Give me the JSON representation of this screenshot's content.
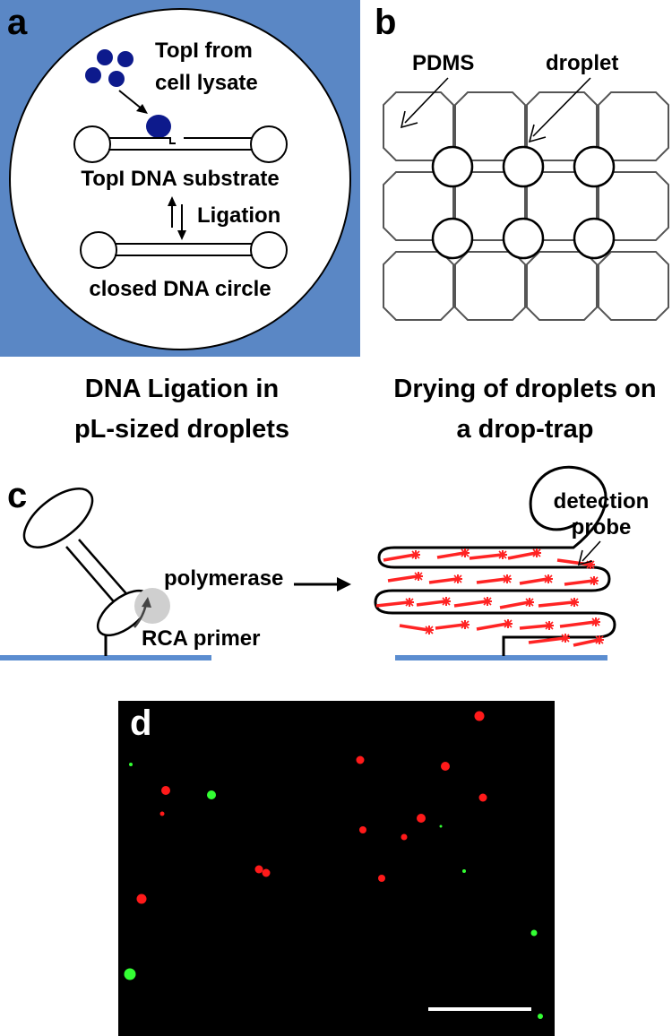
{
  "panels": {
    "a": {
      "letter": "a",
      "label_topi_line1": "TopI from",
      "label_topi_line2": "cell lysate",
      "label_substrate": "TopI DNA substrate",
      "label_ligation": "Ligation",
      "label_circle": "closed DNA circle",
      "caption_line1": "DNA Ligation in",
      "caption_line2": "pL-sized droplets"
    },
    "b": {
      "letter": "b",
      "label_pdms": "PDMS",
      "label_droplet": "droplet",
      "caption_line1": "Drying of droplets on",
      "caption_line2": "a drop-trap"
    },
    "c": {
      "letter": "c",
      "label_polymerase": "polymerase",
      "label_primer": "RCA primer",
      "label_probe_line1": "detection",
      "label_probe_line2": "probe"
    },
    "d": {
      "letter": "d"
    }
  },
  "colors": {
    "panel_a_background": "#5a87c5",
    "surface_line": "#5b8dd0",
    "enzyme": "#0d1a8c",
    "probe": "#ff2424",
    "polymerase": "#cfcfcf",
    "micrograph_background": "#000000",
    "spot_red": "#ff1a1a",
    "spot_green": "#33ff33",
    "scale_bar": "#ffffff"
  },
  "icons": {
    "enzyme": "filled-circles",
    "trap": "octagon-well",
    "droplet": "circle",
    "probe": "dash-with-star"
  }
}
